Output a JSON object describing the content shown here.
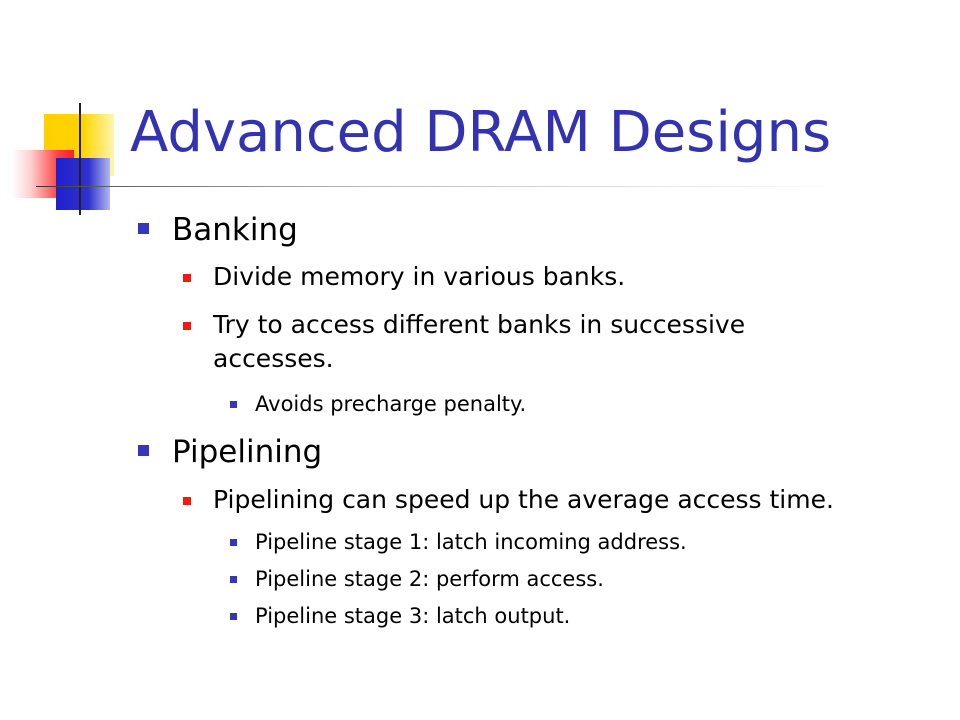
{
  "slide": {
    "title": "Advanced DRAM Designs",
    "colors": {
      "title": "#3333b2",
      "bullet_primary": "#3535c0",
      "bullet_secondary": "#ee1c10",
      "decor_yellow": "#ffd000",
      "decor_red": "#ff2020",
      "decor_blue": "#2020cc"
    },
    "sections": [
      {
        "heading": "Banking",
        "items": [
          {
            "text": "Divide memory in various banks."
          },
          {
            "text_line1": "Try to access different banks in successive",
            "text_line2": "accesses."
          },
          {
            "text": "Avoids precharge penalty."
          }
        ]
      },
      {
        "heading": "Pipelining",
        "items": [
          {
            "text": "Pipelining can speed up the average access time."
          },
          {
            "text": "Pipeline stage 1: latch incoming address."
          },
          {
            "text": "Pipeline stage 2: perform access."
          },
          {
            "text": "Pipeline stage 3: latch output."
          }
        ]
      }
    ]
  }
}
